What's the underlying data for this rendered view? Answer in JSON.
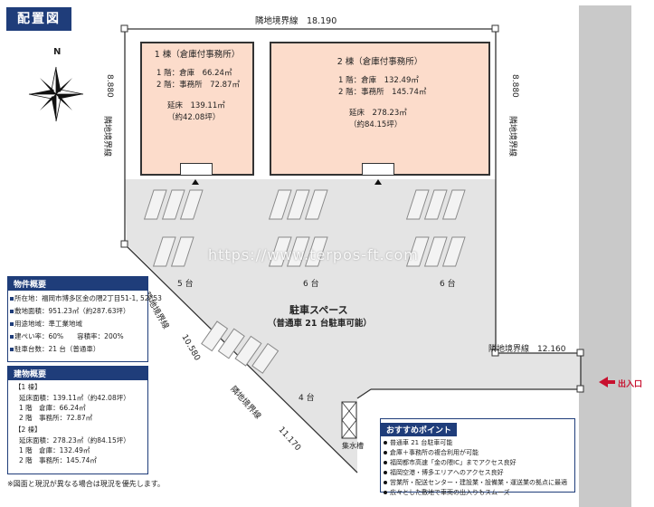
{
  "title": "配置図",
  "compass": "N",
  "boundary": {
    "top": "隣地境界線　18.190",
    "right_label": "隣地境界線",
    "right_value": "8.880",
    "left_label": "隣地境界線",
    "left_value": "8.880",
    "diag_label": "隣地境界線",
    "diag_value": "10.580",
    "lower_label": "隣地境界線",
    "lower_value": "11.170",
    "mid_right": "隣地境界線　12.160"
  },
  "building1": {
    "name": "1 棟（倉庫付事務所）",
    "f1": "1 階：倉庫　66.24㎡",
    "f2": "2 階：事務所　72.87㎡",
    "total": "延床　139.11㎡",
    "tsubo": "（約42.08坪）"
  },
  "building2": {
    "name": "2 棟（倉庫付事務所）",
    "f1": "1 階：倉庫　132.49㎡",
    "f2": "2 階：事務所　145.74㎡",
    "total": "延床　278.23㎡",
    "tsubo": "（約84.15坪）"
  },
  "watermark": "https://www.terpos-ft.com",
  "parking": {
    "title": "駐車スペース",
    "subtitle": "（普通車 21 台駐車可能）",
    "group_a": "5 台",
    "group_b": "6 台",
    "group_c": "6 台",
    "group_d": "4 台"
  },
  "water_tank": "集水槽",
  "entrance": "出入口",
  "property": {
    "header": "物件概要",
    "rows": [
      "所在地：福岡市博多区金の隈2丁目51-1, 52, 53",
      "敷地面積：951.23㎡（約287.63坪）",
      "用途地域：準工業地域",
      "建ぺい率：60%　　容積率：200%",
      "駐車台数：21 台（普通車）"
    ]
  },
  "buildings": {
    "header": "建物概要",
    "b1_head": "【1 棟】",
    "b1_rows": [
      "延床面積：139.11㎡（約42.08坪）",
      "1 階　倉庫：66.24㎡",
      "2 階　事務所：72.87㎡"
    ],
    "b2_head": "【2 棟】",
    "b2_rows": [
      "延床面積：278.23㎡（約84.15坪）",
      "1 階　倉庫：132.49㎡",
      "2 階　事務所：145.74㎡"
    ]
  },
  "footnote": "※図面と現況が異なる場合は現況を優先します。",
  "recommend": {
    "header": "おすすめポイント",
    "items": [
      "普通車 21 台駐車可能",
      "倉庫＋事務所の複合利用が可能",
      "福岡都市高速「金の隈IC」までアクセス良好",
      "福岡空港・博多エリアへのアクセス良好",
      "営業所・配送センター・建設業・設備業・運送業の拠点に最適",
      "広々とした敷地で車両の出入りもスムーズ"
    ]
  },
  "colors": {
    "navy": "#1f3d7a",
    "building": "#fcdccb",
    "lot": "#e4e4e4",
    "road": "#c9c9c9",
    "entrance": "#c8102e"
  }
}
